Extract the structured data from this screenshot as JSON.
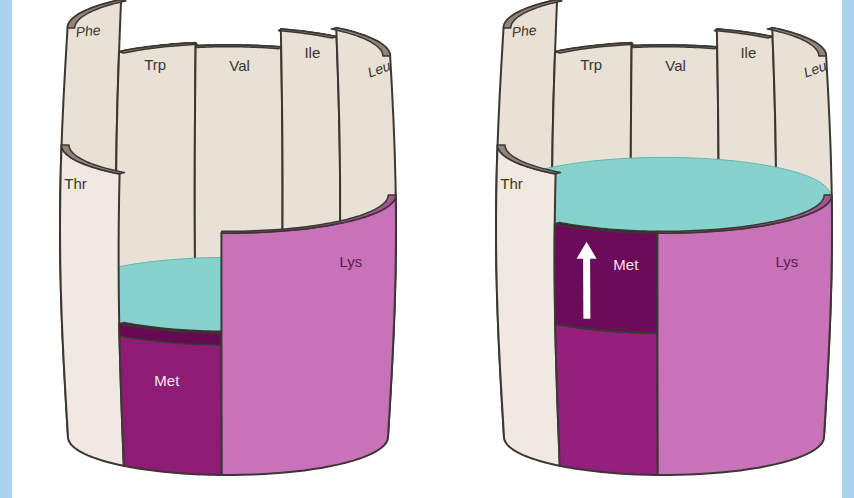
{
  "diagram": {
    "labels": [
      "Phe",
      "Trp",
      "Val",
      "Ile",
      "Leu",
      "Thr",
      "Lys",
      "Met",
      "Phe",
      "Trp",
      "Val",
      "Ile",
      "Leu",
      "Thr",
      "Met",
      "Lys"
    ]
  }
}
